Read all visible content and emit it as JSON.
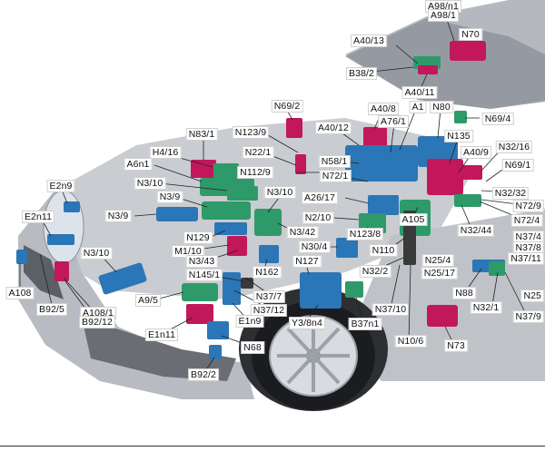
{
  "colors": {
    "body_silver": "#c9ccd0",
    "body_shadow": "#9a9ea4",
    "glass": "#8f949c",
    "component_blue": "#2b76b6",
    "component_green": "#2e9a6a",
    "component_magenta": "#c2185b",
    "component_dark": "#3a3a3a",
    "leader_line": "#222222"
  },
  "labels": [
    {
      "id": "A98-n1",
      "text": "A98/n1"
    },
    {
      "id": "A98-1",
      "text": "A98/1"
    },
    {
      "id": "N70",
      "text": "N70"
    },
    {
      "id": "A40-13",
      "text": "A40/13"
    },
    {
      "id": "B38-2",
      "text": "B38/2"
    },
    {
      "id": "A40-11",
      "text": "A40/11"
    },
    {
      "id": "N69-2",
      "text": "N69/2"
    },
    {
      "id": "A40-8",
      "text": "A40/8"
    },
    {
      "id": "A1",
      "text": "A1"
    },
    {
      "id": "N80",
      "text": "N80"
    },
    {
      "id": "N69-4",
      "text": "N69/4"
    },
    {
      "id": "A40-12",
      "text": "A40/12"
    },
    {
      "id": "A76-1",
      "text": "A76/1"
    },
    {
      "id": "N135",
      "text": "N135"
    },
    {
      "id": "N123-9",
      "text": "N123/9"
    },
    {
      "id": "N83-1",
      "text": "N83/1"
    },
    {
      "id": "N32-16",
      "text": "N32/16"
    },
    {
      "id": "N22-1",
      "text": "N22/1"
    },
    {
      "id": "A40-9",
      "text": "A40/9"
    },
    {
      "id": "H4-16",
      "text": "H4/16"
    },
    {
      "id": "N58-1",
      "text": "N58/1"
    },
    {
      "id": "N69-1",
      "text": "N69/1"
    },
    {
      "id": "A6n1",
      "text": "A6n1"
    },
    {
      "id": "N112-9",
      "text": "N112/9"
    },
    {
      "id": "N72-1",
      "text": "N72/1"
    },
    {
      "id": "N3-10-a",
      "text": "N3/10"
    },
    {
      "id": "E2n9",
      "text": "E2n9"
    },
    {
      "id": "N32-32",
      "text": "N32/32"
    },
    {
      "id": "N3-10-b",
      "text": "N3/10"
    },
    {
      "id": "A26-17",
      "text": "A26/17"
    },
    {
      "id": "N3-9-a",
      "text": "N3/9"
    },
    {
      "id": "N72-9",
      "text": "N72/9"
    },
    {
      "id": "N3-9-b",
      "text": "N3/9"
    },
    {
      "id": "E2n11",
      "text": "E2n11"
    },
    {
      "id": "N2-10",
      "text": "N2/10"
    },
    {
      "id": "A105",
      "text": "A105"
    },
    {
      "id": "N72-4",
      "text": "N72/4"
    },
    {
      "id": "N129",
      "text": "N129"
    },
    {
      "id": "N3-42",
      "text": "N3/42"
    },
    {
      "id": "N123-8",
      "text": "N123/8"
    },
    {
      "id": "N32-44",
      "text": "N32/44"
    },
    {
      "id": "M1-10",
      "text": "M1/10"
    },
    {
      "id": "N30-4",
      "text": "N30/4"
    },
    {
      "id": "N3-10-c",
      "text": "N3/10"
    },
    {
      "id": "N37-4",
      "text": "N37/4"
    },
    {
      "id": "N110",
      "text": "N110"
    },
    {
      "id": "N37-8",
      "text": "N37/8"
    },
    {
      "id": "N3-43",
      "text": "N3/43"
    },
    {
      "id": "N25-4",
      "text": "N25/4"
    },
    {
      "id": "N37-11",
      "text": "N37/11"
    },
    {
      "id": "N127",
      "text": "N127"
    },
    {
      "id": "N145-1",
      "text": "N145/1"
    },
    {
      "id": "N25-17",
      "text": "N25/17"
    },
    {
      "id": "N162",
      "text": "N162"
    },
    {
      "id": "N32-2",
      "text": "N32/2"
    },
    {
      "id": "A108",
      "text": "A108"
    },
    {
      "id": "N88",
      "text": "N88"
    },
    {
      "id": "N25",
      "text": "N25"
    },
    {
      "id": "A9-5",
      "text": "A9/5"
    },
    {
      "id": "N37-7",
      "text": "N37/7"
    },
    {
      "id": "B92-5",
      "text": "B92/5"
    },
    {
      "id": "A108-1",
      "text": "A108/1"
    },
    {
      "id": "N37-12",
      "text": "N37/12"
    },
    {
      "id": "N32-1",
      "text": "N32/1"
    },
    {
      "id": "B92-12",
      "text": "B92/12"
    },
    {
      "id": "E1n9",
      "text": "E1n9"
    },
    {
      "id": "N37-10",
      "text": "N37/10"
    },
    {
      "id": "N37-9",
      "text": "N37/9"
    },
    {
      "id": "Y3-8n4",
      "text": "Y3/8n4"
    },
    {
      "id": "B37n1",
      "text": "B37n1"
    },
    {
      "id": "E1n11",
      "text": "E1n11"
    },
    {
      "id": "N68",
      "text": "N68"
    },
    {
      "id": "N10-6",
      "text": "N10/6"
    },
    {
      "id": "N73",
      "text": "N73"
    },
    {
      "id": "B92-2",
      "text": "B92/2"
    }
  ]
}
